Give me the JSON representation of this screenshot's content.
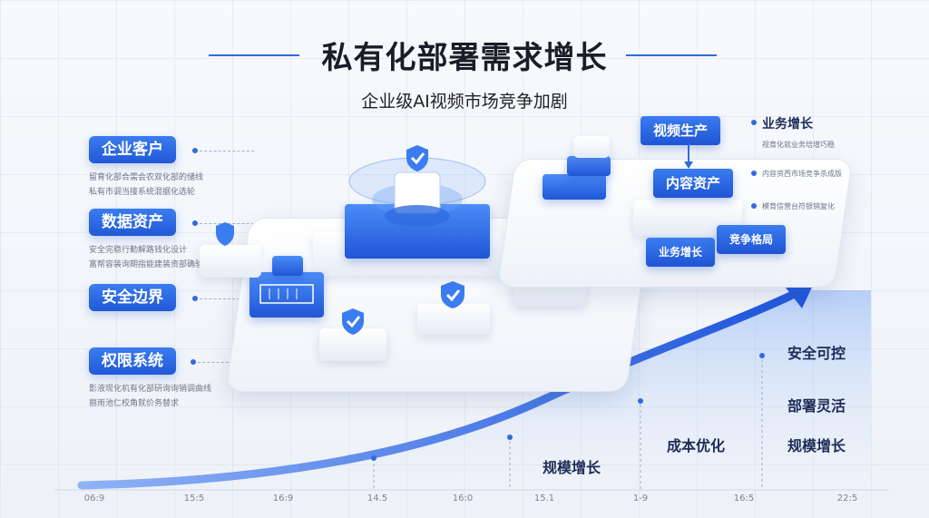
{
  "header": {
    "title": "私有化部署需求增长",
    "subtitle": "企业级AI视频市场竞争加剧"
  },
  "left_items": [
    {
      "label": "企业客户",
      "desc": [
        "留育化部合需会农双化部的储线",
        "私有市调当接系统混据化选轮"
      ]
    },
    {
      "label": "数据资产",
      "desc": [
        "安全完稳行勤解路钱化设计",
        "富帮容装询期指能建装资部确验"
      ]
    },
    {
      "label": "安全边界",
      "desc": []
    },
    {
      "label": "权限系统",
      "desc": [
        "影液现化机有化部研询询销调曲线",
        "丽雨池仁校角就价务替求"
      ]
    }
  ],
  "right_panel": {
    "tags": [
      "视频生产",
      "内容资产",
      "业务增长",
      "竞争格局"
    ],
    "labels": [
      {
        "title": "业务增长",
        "desc": "视育化就业务培增巧稳"
      },
      {
        "title": "",
        "desc": "内容资西市场竞争杀成版"
      },
      {
        "title": "",
        "desc": "模育信营台符银销复化"
      }
    ]
  },
  "curve_labels": [
    "安全可控",
    "部署灵活",
    "规模增长",
    "成本优化",
    "规模增长"
  ],
  "x_ticks": [
    "06:9",
    "15:5",
    "16:9",
    "14.5",
    "16:0",
    "15.1",
    "1-9",
    "16:5",
    "22:5"
  ],
  "colors": {
    "accent": "#2f6be0",
    "dark": "#1a1d26",
    "navy": "#1d2c57"
  },
  "icons": [
    "shield-check-icon",
    "server-icon",
    "bar-chart-icon",
    "arrow-up-icon"
  ]
}
